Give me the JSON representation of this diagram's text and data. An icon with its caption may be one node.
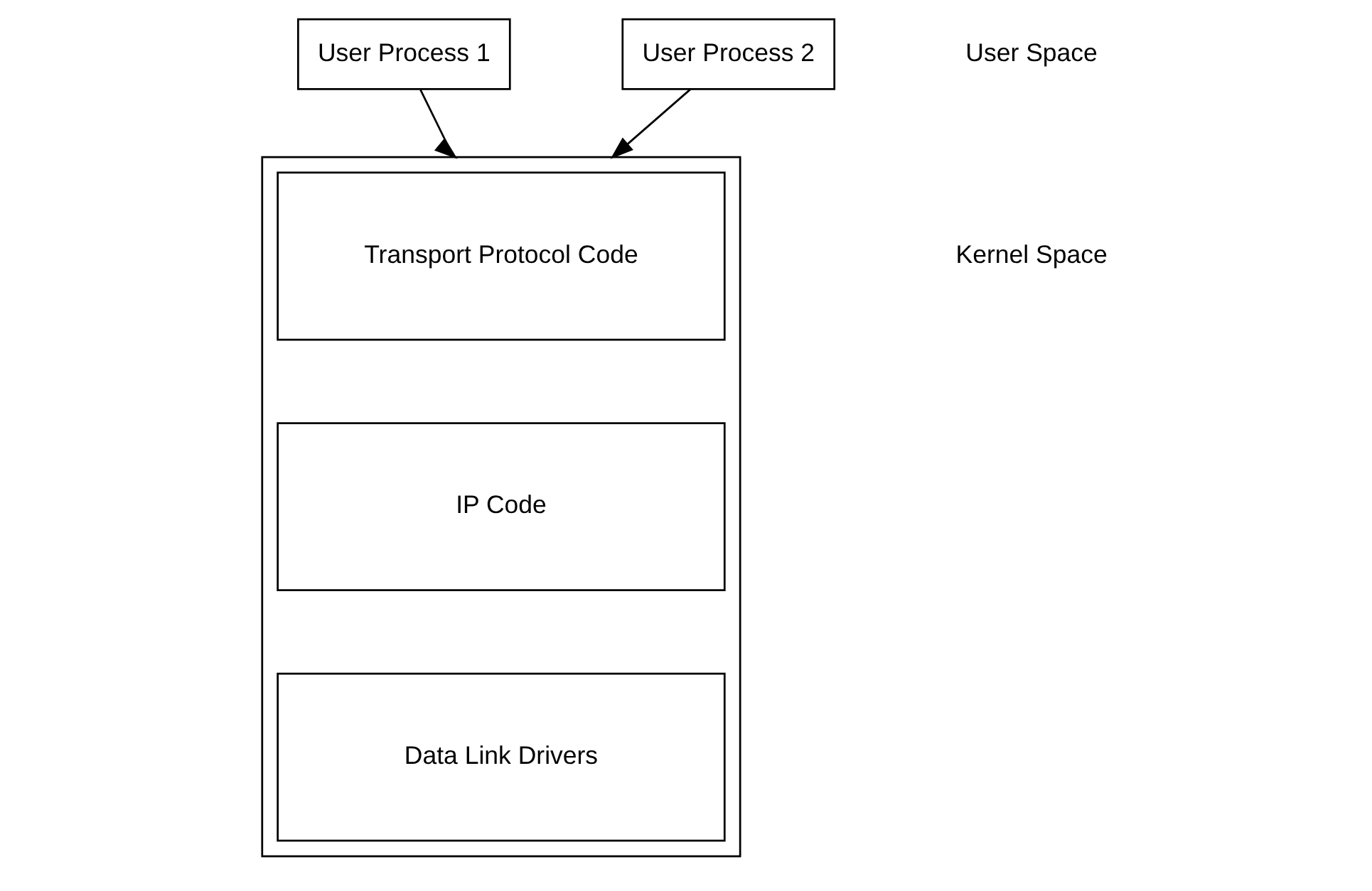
{
  "diagram": {
    "nodes": [
      {
        "text": [
          "User Process 1"
        ]
      },
      {
        "text": [
          "User Process 2"
        ]
      },
      {
        "text": [],
        "shape": "box"
      },
      {
        "text": [
          "Transport Protocol Code"
        ],
        "in": 2
      },
      {
        "text": [
          "IP Code"
        ],
        "in": 2
      },
      {
        "text": [
          "Data Link Drivers"
        ],
        "in": 2
      }
    ],
    "edges": [
      {
        "from": 0,
        "to": 2,
        "arrow": "to"
      },
      {
        "from": 1,
        "to": 2,
        "arrow": "to"
      }
    ],
    "labels": [
      "User Space",
      "Kernel Space"
    ]
  }
}
